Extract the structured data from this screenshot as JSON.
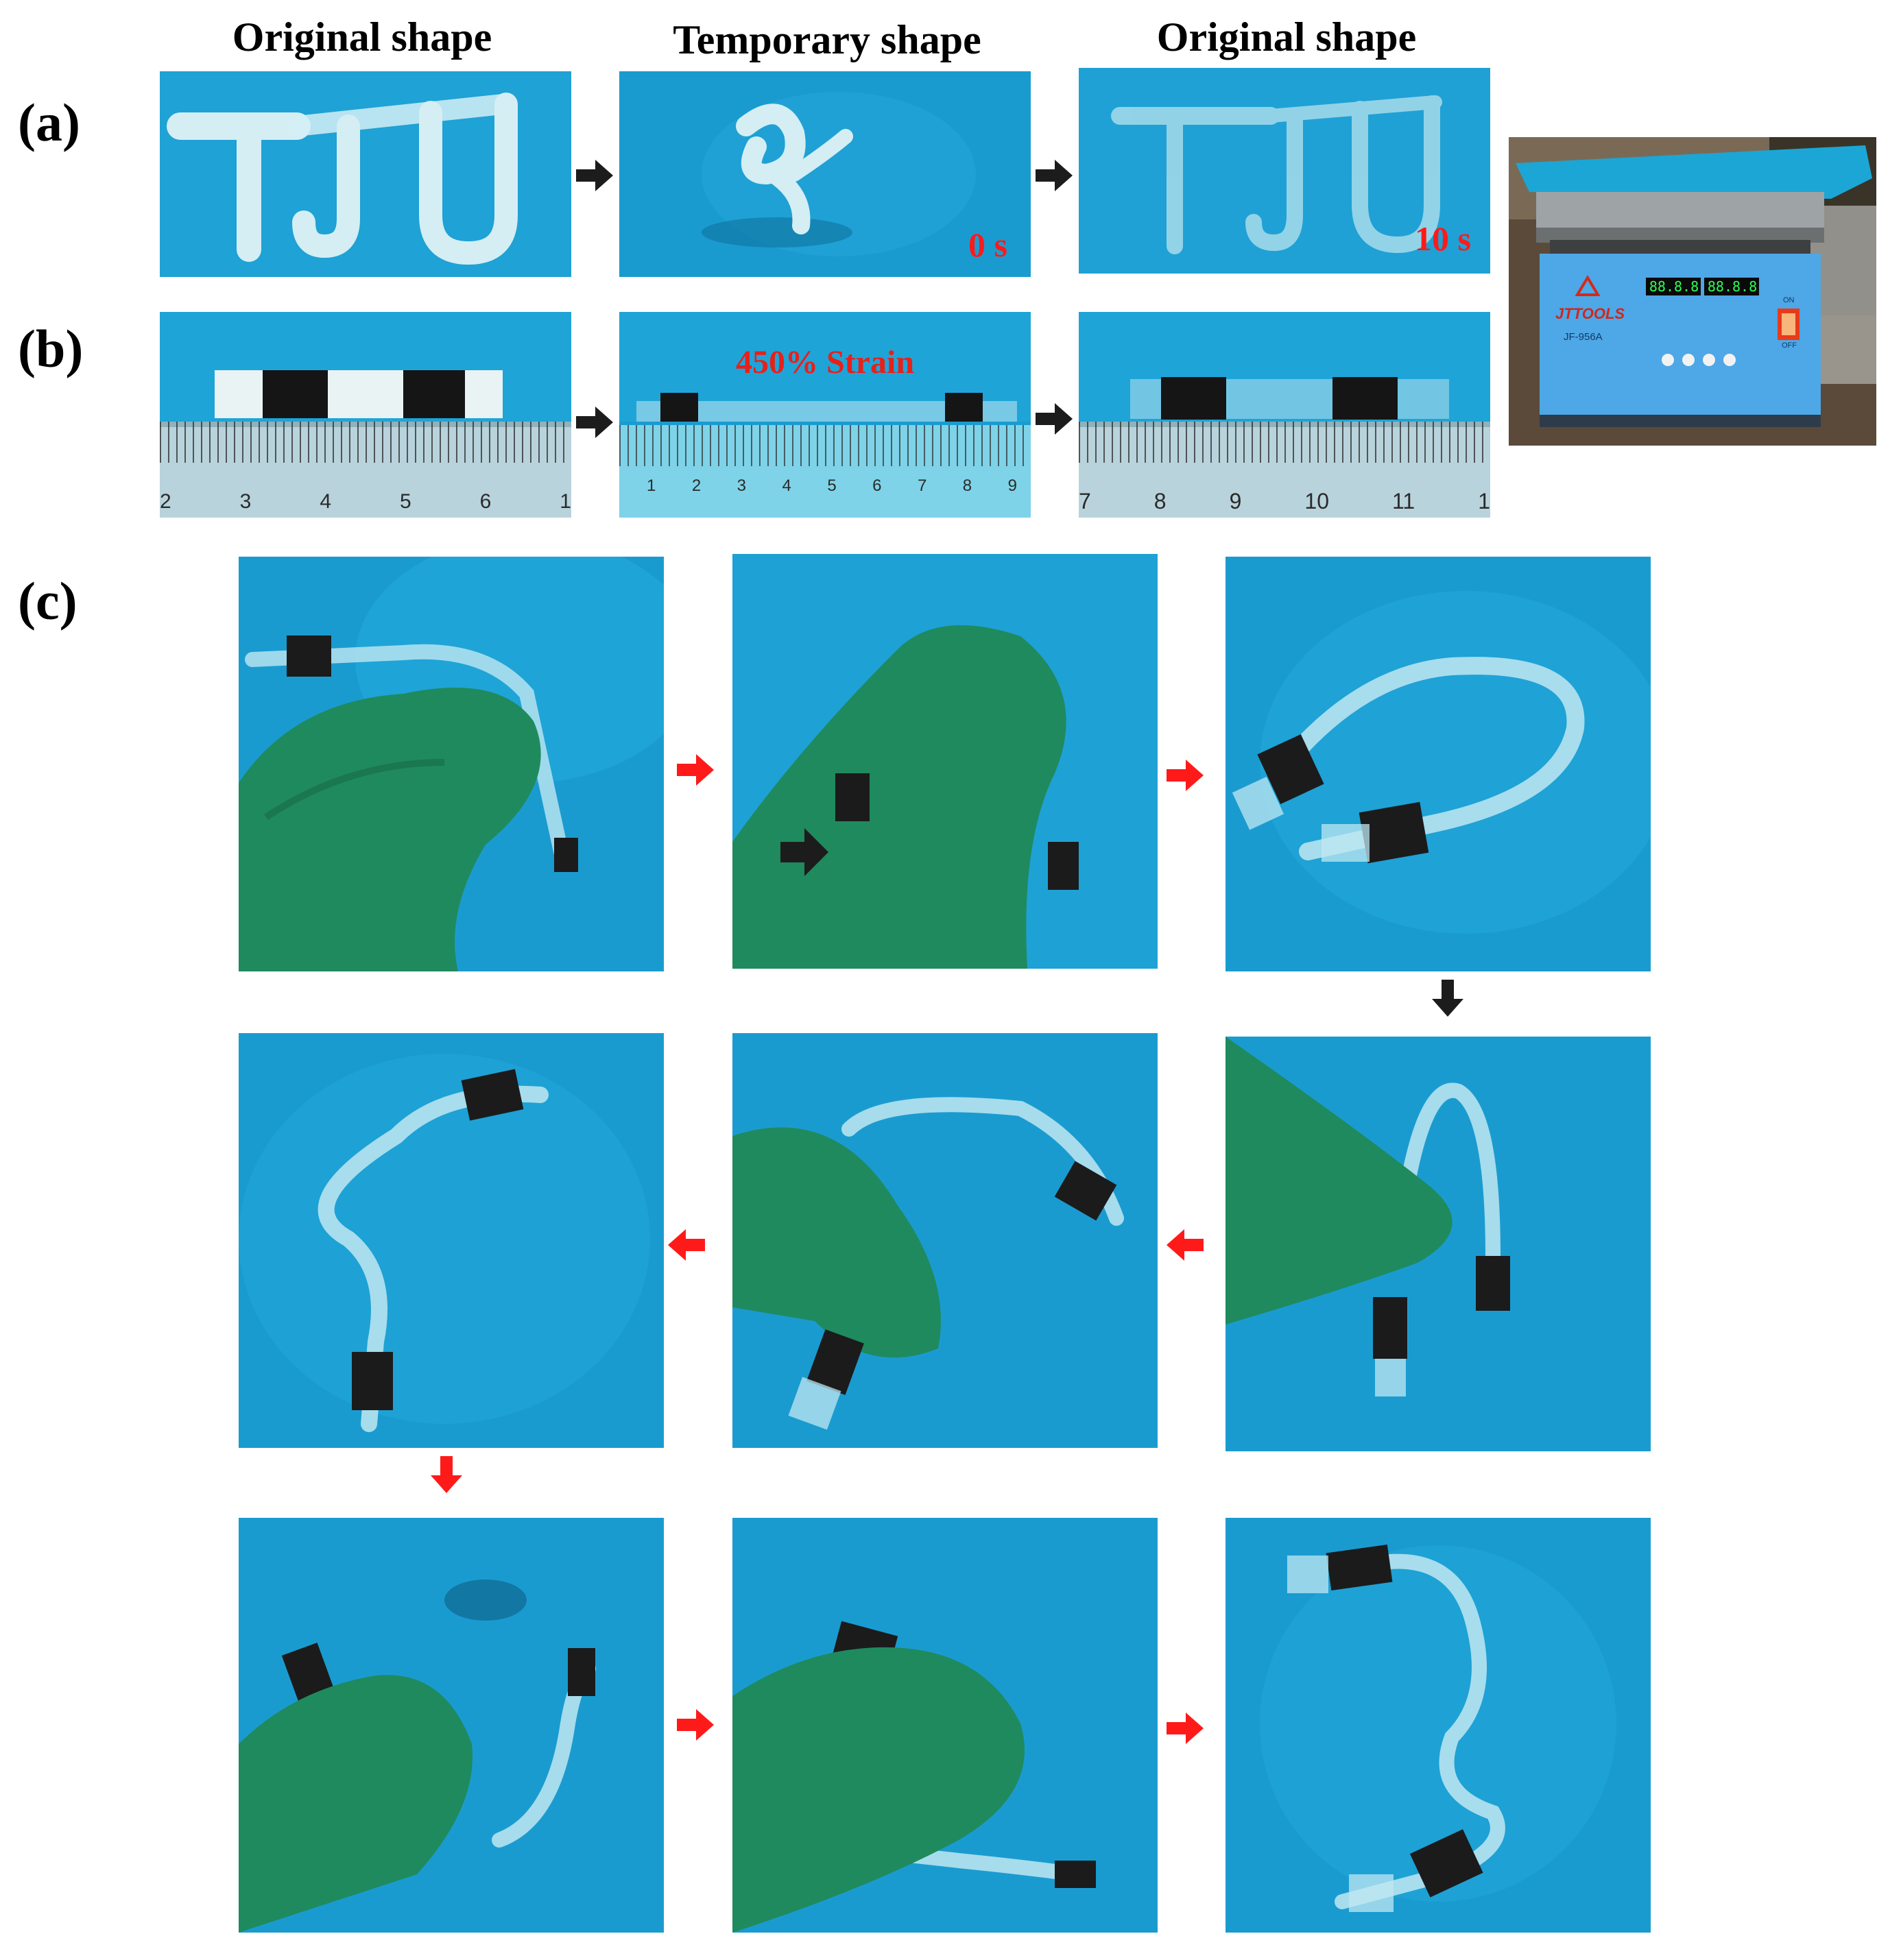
{
  "panels": {
    "a": "(a)",
    "b": "(b)",
    "c": "(c)"
  },
  "headings": {
    "original_1": "Original shape",
    "temporary": "Temporary shape",
    "original_2": "Original shape"
  },
  "times": {
    "start": "0 s",
    "end": "10 s"
  },
  "strain": "450%  Strain",
  "ruler_1": [
    "2",
    "3",
    "4",
    "5",
    "6",
    "1"
  ],
  "ruler_2": [
    "1",
    "2",
    "3",
    "4",
    "5",
    "6",
    "7",
    "8",
    "9"
  ],
  "ruler_3": [
    "7",
    "8",
    "9",
    "10",
    "11",
    "1"
  ],
  "device": {
    "brand": "JTTOOLS",
    "model": "JF-956A",
    "display_actual": "88.8.8",
    "display_set": "88.8.8",
    "switch_on": "ON",
    "switch_off": "OFF"
  },
  "colors": {
    "backdrop": "#1596c8",
    "glove": "#1f8a5e",
    "connector": "#1b1b1b",
    "step_arrow_a_b": "#1c1c1c",
    "step_arrow_c": "#ff1a1a",
    "label_text": "#ff1a1a"
  }
}
